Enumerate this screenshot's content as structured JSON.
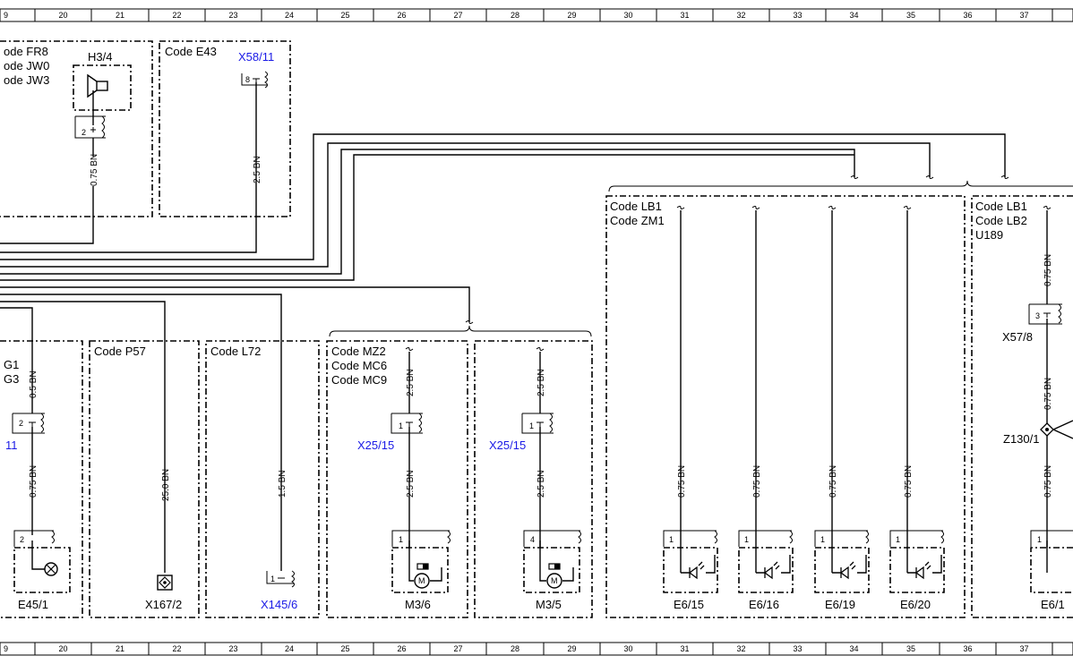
{
  "grid": {
    "columns": [
      "9",
      "20",
      "21",
      "22",
      "23",
      "24",
      "25",
      "26",
      "27",
      "28",
      "29",
      "30",
      "31",
      "32",
      "33",
      "34",
      "35",
      "36",
      "37"
    ]
  },
  "blocks": {
    "codes_h34": [
      "ode FR8",
      "ode JW0",
      "ode JW3"
    ],
    "code_e43": "Code E43",
    "code_p57": "Code P57",
    "code_l72": "Code L72",
    "codes_mz2": [
      "Code MZ2",
      "Code MC6",
      "Code MC9"
    ],
    "codes_lb1_zm1": [
      "Code LB1",
      "Code ZM1"
    ],
    "codes_lb1_lb2": [
      "Code LB1",
      "Code LB2",
      "U189"
    ],
    "codes_left_partial": [
      "G1",
      "G3"
    ]
  },
  "components": {
    "h34": "H3/4",
    "x58_11": "X58/11",
    "x57_8": "X57/8",
    "z130_1": "Z130/1",
    "x25_15_a": "X25/15",
    "x25_15_b": "X25/15",
    "left_partial_connector": "11",
    "e45_1": "E45/1",
    "x167_2": "X167/2",
    "x145_6": "X145/6",
    "m3_6": "M3/6",
    "m3_5": "M3/5",
    "e6_15": "E6/15",
    "e6_16": "E6/16",
    "e6_19": "E6/19",
    "e6_20": "E6/20",
    "e6_partial": "E6/1"
  },
  "wires": {
    "h34_wire": "0.75 BN",
    "x58_wire": "2.5 BN",
    "left_top": "0.5 BN",
    "left_bot": "0.75 BN",
    "p57_wire": "25.0 BN",
    "l72_wire": "1.5 BN",
    "m36_top": "2.5 BN",
    "m36_bot": "2.5 BN",
    "m35_top": "2.5 BN",
    "m35_bot": "2.5 BN",
    "e615": "0.75 BN",
    "e616": "0.75 BN",
    "e619": "0.75 BN",
    "e620": "0.75 BN",
    "lb_top": "0.75 BN",
    "lb_mid": "0.75 BN",
    "lb_bot": "0.75 BN"
  },
  "pins": {
    "h34_pin": "2",
    "x58_pin": "8",
    "x57_pin": "3",
    "left_conn_pin": "2",
    "e45_pin": "2",
    "x145_pin": "1",
    "x25a_pin": "1",
    "x25b_pin": "1",
    "m36_pin": "1",
    "m35_pin": "4",
    "e615_pin": "1",
    "e616_pin": "1",
    "e619_pin": "1",
    "e620_pin": "1",
    "e6p_pin": "1"
  },
  "icons": {
    "motor_letter": "M"
  }
}
